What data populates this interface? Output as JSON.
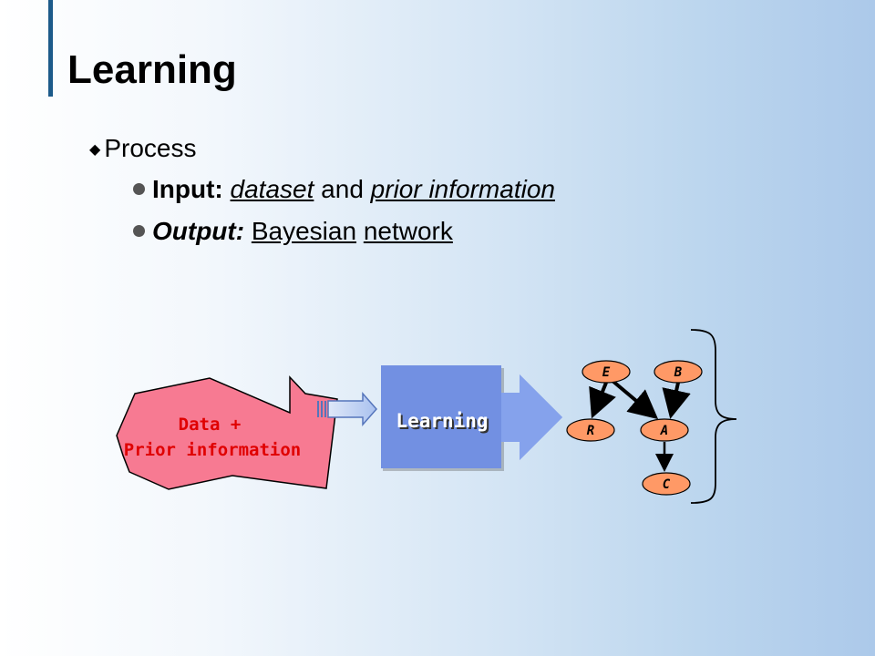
{
  "slide": {
    "title": "Learning",
    "process_label": "Process",
    "input_label": "Input:",
    "input_dataset": "dataset",
    "input_and": "and",
    "input_prior": "prior information",
    "output_label": "Output:",
    "output_bayesian": "Bayesian",
    "output_network": "network"
  },
  "diagram": {
    "blob_line1": "Data +",
    "blob_line2": "Prior information",
    "learning_label": "Learning",
    "nodes": {
      "e": "E",
      "b": "B",
      "r": "R",
      "a": "A",
      "c": "C"
    },
    "colors": {
      "blob": "#f77a92",
      "box": "#7290e2",
      "node": "#ff9966",
      "title_bar": "#1d5b8a"
    }
  }
}
